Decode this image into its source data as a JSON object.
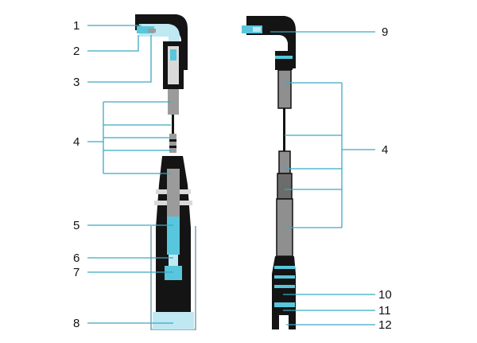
{
  "callouts": [
    {
      "id": "1",
      "label": "1"
    },
    {
      "id": "2",
      "label": "2"
    },
    {
      "id": "3",
      "label": "3"
    },
    {
      "id": "4-left",
      "label": "4"
    },
    {
      "id": "5",
      "label": "5"
    },
    {
      "id": "6",
      "label": "6"
    },
    {
      "id": "7",
      "label": "7"
    },
    {
      "id": "8",
      "label": "8"
    },
    {
      "id": "9",
      "label": "9"
    },
    {
      "id": "4-right",
      "label": "4"
    },
    {
      "id": "10",
      "label": "10"
    },
    {
      "id": "11",
      "label": "11"
    },
    {
      "id": "12",
      "label": "12"
    }
  ],
  "colors": {
    "accent": "#58c6dc",
    "leader": "#3aa9c4",
    "body": "#141414",
    "conductor": "#9b9b9b"
  }
}
